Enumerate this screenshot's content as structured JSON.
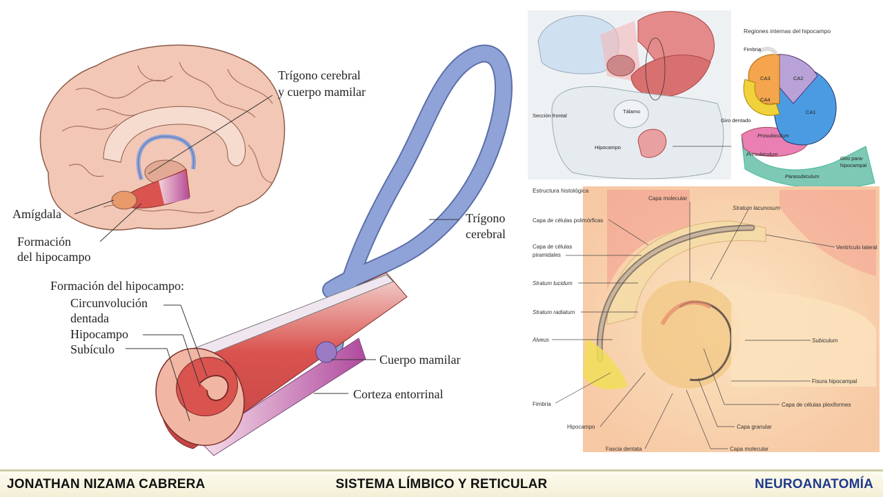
{
  "left_diagram": {
    "labels": {
      "trigono_cuerpo_l1": "Trígono cerebral",
      "trigono_cuerpo_l2": "y cuerpo mamilar",
      "amigdala": "Amígdala",
      "formacion_l1": "Formación",
      "formacion_l2": "del hipocampo",
      "trigono_l1": "Trígono",
      "trigono_l2": "cerebral",
      "formacion_title": "Formación del hipocampo:",
      "circunvolucion_l1": "Circunvolución",
      "circunvolucion_l2": "dentada",
      "hipocampo": "Hipocampo",
      "subiculo": "Subículo",
      "cuerpo_mamilar": "Cuerpo mamilar",
      "corteza": "Corteza entorrinal"
    }
  },
  "top_right_diagram": {
    "labels": {
      "regiones_title": "Regiones internas del hipocampo",
      "fimbria": "Fimbria",
      "ca3": "CA3",
      "ca2": "CA2",
      "ca4": "CA4",
      "ca1": "CA1",
      "talamo": "Tálamo",
      "seccion_frontal": "Sección frontal",
      "giro_dentado": "Giro dentado",
      "prosubiculum": "Prosubiculum",
      "hipocampo": "Hipocampo",
      "presubiculum": "Presubiculum",
      "giro_para_l1": "Giro para-",
      "giro_para_l2": "hipocampal",
      "parasubiculum": "Parasubiculum"
    }
  },
  "bottom_right_diagram": {
    "labels": {
      "estructura_title": "Estructura histológica",
      "capa_molecular_top": "Capa molecular",
      "stratum_lacunosum": "Stratum lacunosum",
      "polimorficas": "Capa de células polimórficas",
      "piramidales_l1": "Capa de células",
      "piramidales_l2": "piramidales",
      "ventriculo": "Ventrículo lateral",
      "stratum_lucidum": "Stratum lucidum",
      "stratum_radiatum": "Stratum radiatum",
      "alveus": "Alveus",
      "subiculum": "Subiculum",
      "fisura": "Fisura hipocampal",
      "fimbria": "Fimbria",
      "plexiformes": "Capa de células plexiformes",
      "hipocampo": "Hipocampo",
      "capa_granular": "Capa granular",
      "fascia": "Fascia dentata",
      "capa_molecular_bottom": "Capa molecular"
    }
  },
  "footer": {
    "author": "JONATHAN NIZAMA CABRERA",
    "topic": "SISTEMA LÍMBICO Y RETICULAR",
    "course": "NEUROANATOMÍA"
  },
  "colors": {
    "brain": "#f2c7b5",
    "fornix": "#8fa3d8",
    "hippocampus_red": "#d9534f",
    "footer_course": "#1f3a8c"
  }
}
